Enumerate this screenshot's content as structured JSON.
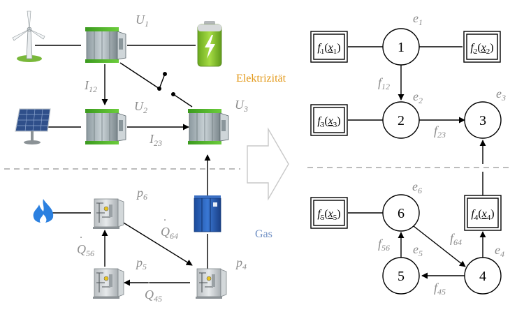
{
  "colors": {
    "wire": "#000000",
    "annotation": "#8c8c8c",
    "divider": "#a6a6a6",
    "elec_label": "#e39a1c",
    "gas_label": "#6f8fc4",
    "cabinet_green": "#4fb62b",
    "battery_green": "#7fbf2a",
    "flame_blue": "#2b80e0",
    "solar_blue": "#2f4f8a"
  },
  "sections": {
    "electricity_label": "Elektrizität",
    "gas_label": "Gas"
  },
  "left_diagram": {
    "components": [
      {
        "name": "wind-turbine-icon"
      },
      {
        "name": "battery-icon"
      },
      {
        "name": "solar-panel-icon"
      },
      {
        "name": "gas-flame-icon"
      },
      {
        "name": "electrolyzer-icon"
      }
    ],
    "labels": {
      "U1": {
        "base": "U",
        "sub": "1"
      },
      "U2": {
        "base": "U",
        "sub": "2"
      },
      "U3": {
        "base": "U",
        "sub": "3"
      },
      "I12": {
        "base": "I",
        "sub": "12"
      },
      "I23": {
        "base": "I",
        "sub": "23"
      },
      "p4": {
        "base": "p",
        "sub": "4"
      },
      "p5": {
        "base": "p",
        "sub": "5"
      },
      "p6": {
        "base": "p",
        "sub": "6"
      },
      "Q56": {
        "base": "Q",
        "dot": "˙",
        "sub": "56"
      },
      "Q64": {
        "base": "Q",
        "dot": "˙",
        "sub": "64"
      },
      "Q45": {
        "base": "Q",
        "dot": "˙",
        "sub": "45"
      }
    }
  },
  "right_graph": {
    "nodes": [
      {
        "id": "1",
        "edge_label": {
          "base": "e",
          "sub": "1"
        }
      },
      {
        "id": "2",
        "edge_label": {
          "base": "e",
          "sub": "2"
        }
      },
      {
        "id": "3",
        "edge_label": {
          "base": "e",
          "sub": "3"
        }
      },
      {
        "id": "4",
        "edge_label": {
          "base": "e",
          "sub": "4"
        }
      },
      {
        "id": "5",
        "edge_label": {
          "base": "e",
          "sub": "5"
        }
      },
      {
        "id": "6",
        "edge_label": {
          "base": "e",
          "sub": "6"
        }
      }
    ],
    "boxes": [
      {
        "f_sub": "1",
        "x_sub": "1"
      },
      {
        "f_sub": "2",
        "x_sub": "2"
      },
      {
        "f_sub": "3",
        "x_sub": "3"
      },
      {
        "f_sub": "4",
        "x_sub": "4"
      },
      {
        "f_sub": "5",
        "x_sub": "5"
      }
    ],
    "flows": {
      "f12": {
        "base": "f",
        "sub": "12"
      },
      "f23": {
        "base": "f",
        "sub": "23"
      },
      "f56": {
        "base": "f",
        "sub": "56"
      },
      "f64": {
        "base": "f",
        "sub": "64"
      },
      "f45": {
        "base": "f",
        "sub": "45"
      }
    }
  }
}
